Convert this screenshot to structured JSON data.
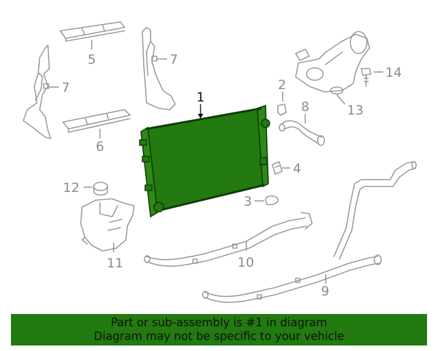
{
  "callouts": {
    "c1": "1",
    "c2": "2",
    "c3": "3",
    "c4": "4",
    "c5": "5",
    "c6": "6",
    "c7a": "7",
    "c7b": "7",
    "c8": "8",
    "c9": "9",
    "c10": "10",
    "c11": "11",
    "c12": "12",
    "c13": "13",
    "c14": "14"
  },
  "highlighted_part": "1",
  "colors": {
    "highlight_fill": "#237a10",
    "highlight_stroke": "#0d3a06",
    "part_stroke": "#9a9a9a",
    "banner_bg": "#237a10"
  },
  "banner": {
    "line1": "Part or sub-assembly is #1 in diagram",
    "line2": "Diagram may not be specific to your vehicle"
  }
}
